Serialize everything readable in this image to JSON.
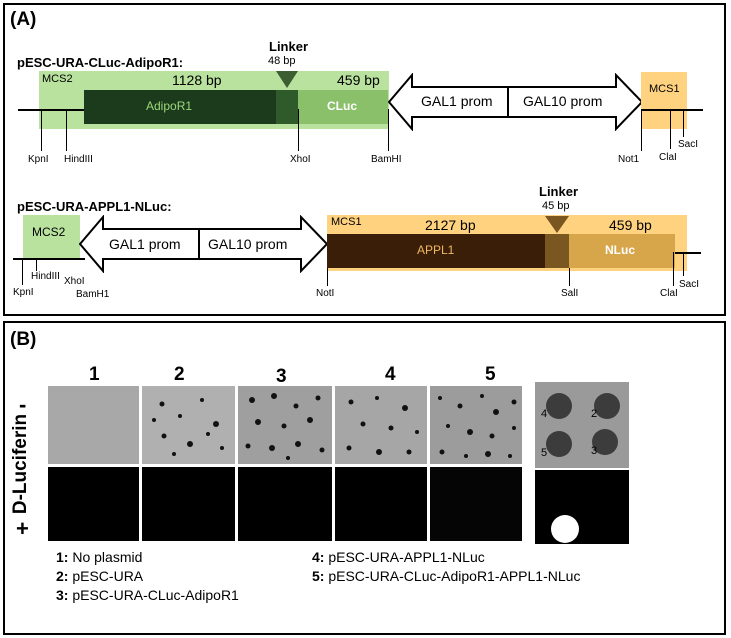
{
  "panel_a": {
    "label": "(A)",
    "construct1": {
      "title": "pESC-URA-CLuc-AdipoR1:",
      "linker_title": "Linker",
      "linker_bp": "48 bp",
      "mcs2": "MCS2",
      "gene_bp": "1128 bp",
      "gene": "AdipoR1",
      "tag_bp": "459 bp",
      "tag": "CLuc",
      "gal1": "GAL1 prom",
      "gal10": "GAL10 prom",
      "mcs1": "MCS1",
      "sites": [
        "KpnI",
        "HindIII",
        "XhoI",
        "BamHI",
        "Not1",
        "ClaI",
        "SacI"
      ]
    },
    "construct2": {
      "title": "pESC-URA-APPL1-NLuc:",
      "linker_title": "Linker",
      "linker_bp": "45 bp",
      "mcs2": "MCS2",
      "gal1": "GAL1 prom",
      "gal10": "GAL10 prom",
      "mcs1": "MCS1",
      "gene_bp": "2127 bp",
      "gene": "APPL1",
      "tag_bp": "459 bp",
      "tag": "NLuc",
      "sites": [
        "KpnI",
        "HindIII",
        "XhoI",
        "BamH1",
        "NotI",
        "SalI",
        "ClaI",
        "SacI"
      ]
    },
    "colors": {
      "green": "#b9e29f",
      "orange": "#ffd27f",
      "adipo": "#1c3a1c",
      "appl": "#3a1e08",
      "cluc": "#8bc06a",
      "nluc": "#d8a64a"
    }
  },
  "panel_b": {
    "label": "(B)",
    "row_label": "D-Luciferin",
    "minus": "-",
    "plus": "+",
    "columns": [
      "1",
      "2",
      "3",
      "4",
      "5"
    ],
    "spot_labels": [
      "4",
      "2",
      "5",
      "3"
    ],
    "legend_left": [
      {
        "num": "1:",
        "text": "No plasmid"
      },
      {
        "num": "2:",
        "text": "pESC-URA"
      },
      {
        "num": "3:",
        "text": "pESC-URA-CLuc-AdipoR1"
      }
    ],
    "legend_right": [
      {
        "num": "4:",
        "text": "pESC-URA-APPL1-NLuc"
      },
      {
        "num": "5:",
        "text": "pESC-URA-CLuc-AdipoR1-APPL1-NLuc"
      }
    ]
  }
}
